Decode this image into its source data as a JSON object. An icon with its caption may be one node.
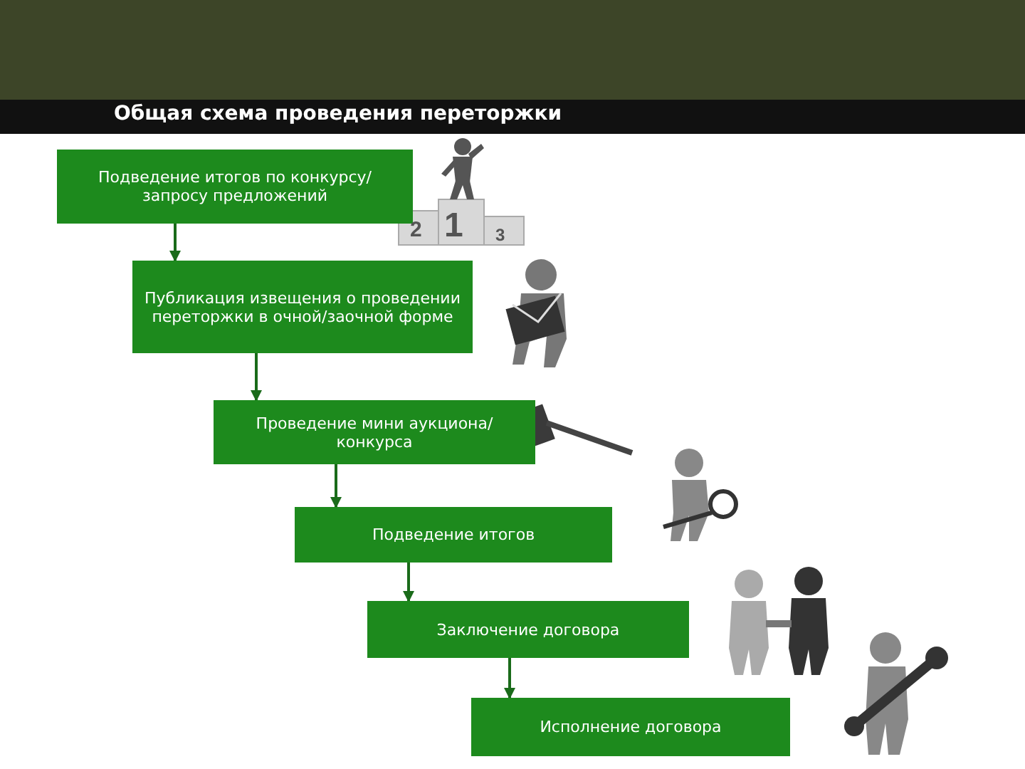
{
  "diagram": {
    "title": "Общая схема проведения переторжки",
    "nodes": [
      {
        "text": [
          "Подведение итогов по конкурсу/запросу предложений"
        ]
      },
      {
        "text": [
          "Публикация извещения о проведении переторжки в очной/заочной форме"
        ]
      },
      {
        "text": [
          "Проведение мини аукциона/конкурса"
        ]
      },
      {
        "text": [
          "Подведение итогов"
        ]
      },
      {
        "text": [
          "Заключение договора"
        ]
      },
      {
        "text": [
          "Исполнение договора"
        ]
      }
    ],
    "edges": [
      {
        "from": 0,
        "to": 1,
        "arrow": "to"
      },
      {
        "from": 1,
        "to": 2,
        "arrow": "to"
      },
      {
        "from": 2,
        "to": 3,
        "arrow": "to"
      },
      {
        "from": 3,
        "to": 4,
        "arrow": "to"
      },
      {
        "from": 4,
        "to": 5,
        "arrow": "to"
      }
    ],
    "labels": [
      "2",
      "1",
      "3"
    ]
  }
}
